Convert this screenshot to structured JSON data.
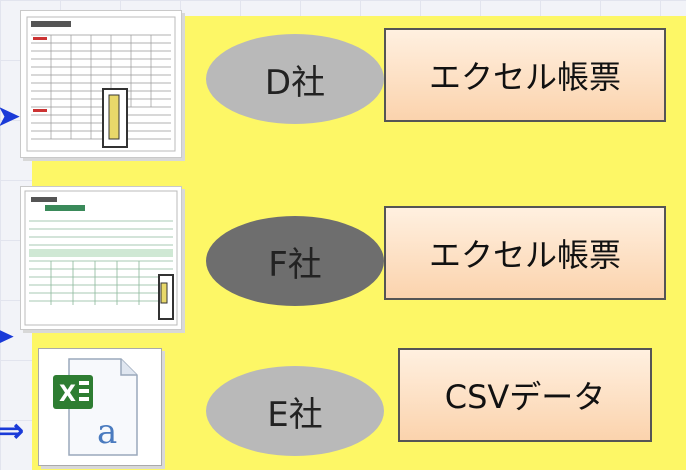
{
  "rows": [
    {
      "company": "D社",
      "format": "エクセル帳票"
    },
    {
      "company": "F社",
      "format": "エクセル帳票"
    },
    {
      "company": "E社",
      "format": "CSVデータ"
    }
  ],
  "icons": {
    "form_d": "spreadsheet-form-thumbnail-icon",
    "form_f": "spreadsheet-form-thumbnail-icon",
    "csv": "excel-file-icon"
  },
  "colors": {
    "panel": "#fdf766",
    "oval_light": "#b9b9b9",
    "oval_dark": "#6e6e6e",
    "box_fill_top": "#fff0e0",
    "box_fill_bottom": "#fbd3ad",
    "arrow": "#1a3ad8"
  }
}
